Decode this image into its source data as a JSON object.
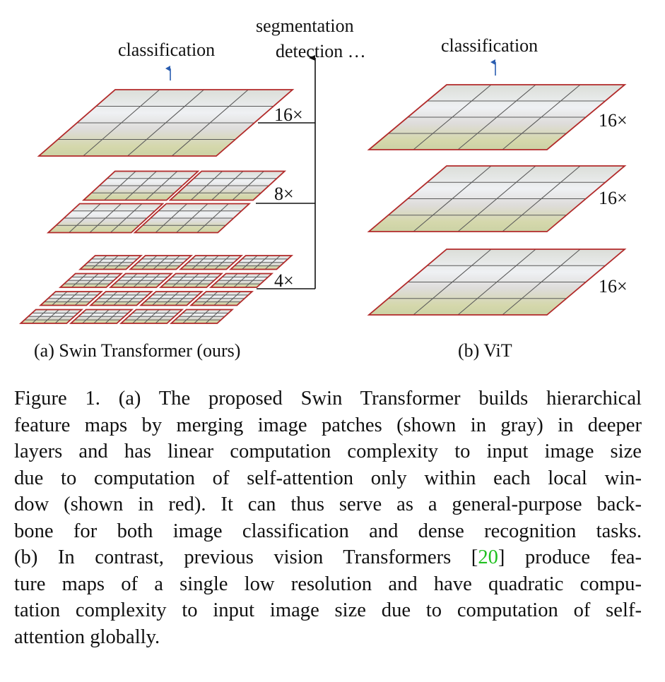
{
  "figure": {
    "swin": {
      "output_label": "classification",
      "dense_label_line1": "segmentation",
      "dense_label_line2": "detection …",
      "scales": [
        "16×",
        "8×",
        "4×"
      ],
      "caption": "(a) Swin Transformer (ours)"
    },
    "vit": {
      "output_label": "classification",
      "scales": [
        "16×",
        "16×",
        "16×"
      ],
      "caption": "(b) ViT"
    },
    "colors": {
      "window_border": "#b22a2a",
      "arrow_blue": "#2a5db0",
      "citation": "#1fc01f"
    }
  },
  "caption": {
    "lines": [
      "Figure 1. (a) The proposed Swin Transformer builds hierarchical",
      "feature maps by merging image patches (shown in gray) in deeper",
      "layers and has linear computation complexity to input image size",
      "due to computation of self-attention only within each local win-",
      "dow (shown in red). It can thus serve as a general-purpose back-",
      "bone for both image classification and dense recognition tasks."
    ],
    "line7_before": "(b) In contrast, previous vision Transformers [",
    "line7_cite": "20",
    "line7_after": "] produce fea-",
    "lines_after": [
      "ture maps of a single low resolution and have quadratic compu-",
      "tation complexity to input image size due to computation of self-",
      "attention globally."
    ]
  }
}
